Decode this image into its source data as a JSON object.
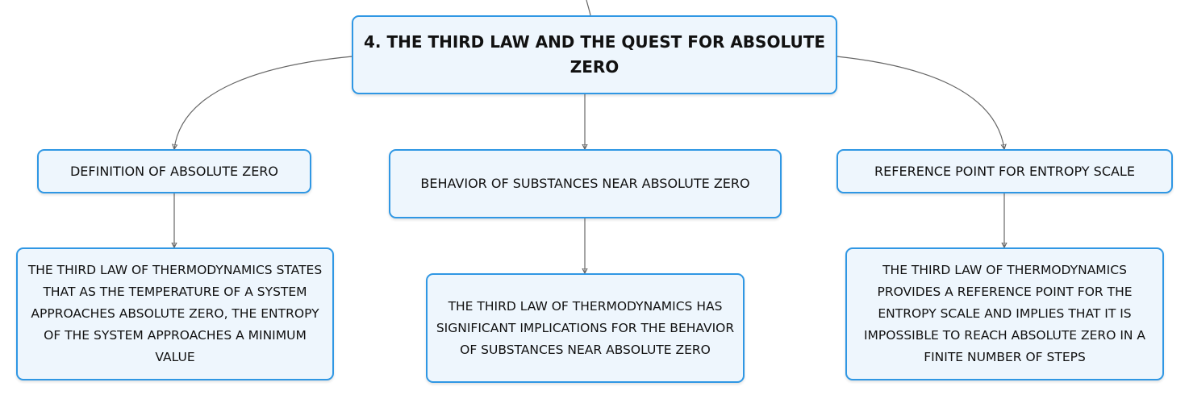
{
  "diagram": {
    "root": {
      "label": "4. THE THIRD LAW AND THE QUEST FOR ABSOLUTE ZERO"
    },
    "branches": [
      {
        "topic": "DEFINITION OF ABSOLUTE ZERO",
        "detail": "THE THIRD LAW OF THERMODYNAMICS STATES THAT AS THE TEMPERATURE OF A SYSTEM APPROACHES ABSOLUTE ZERO, THE ENTROPY OF THE SYSTEM APPROACHES A MINIMUM VALUE"
      },
      {
        "topic": "BEHAVIOR OF SUBSTANCES NEAR ABSOLUTE ZERO",
        "detail": "THE THIRD LAW OF THERMODYNAMICS HAS SIGNIFICANT IMPLICATIONS FOR THE BEHAVIOR OF SUBSTANCES NEAR ABSOLUTE ZERO"
      },
      {
        "topic": "REFERENCE POINT FOR ENTROPY SCALE",
        "detail": "THE THIRD LAW OF THERMODYNAMICS PROVIDES A REFERENCE POINT FOR THE ENTROPY SCALE AND IMPLIES THAT IT IS IMPOSSIBLE TO REACH ABSOLUTE ZERO IN A FINITE NUMBER OF STEPS"
      }
    ],
    "colors": {
      "node_border": "#2f97e4",
      "node_fill": "#eef6fd",
      "connector": "#666666"
    }
  }
}
